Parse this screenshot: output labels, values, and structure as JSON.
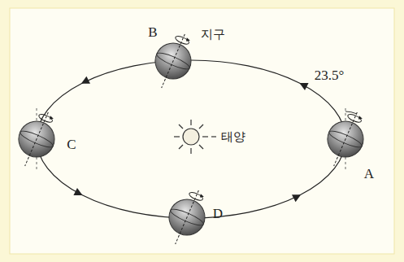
{
  "diagram": {
    "labels": [
      "B",
      "지구",
      "23.5°",
      "C",
      "태양",
      "A",
      "D"
    ]
  }
}
